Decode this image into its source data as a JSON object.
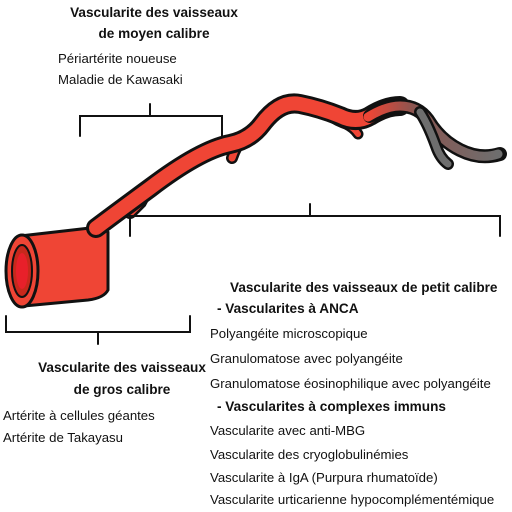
{
  "medium": {
    "heading_line1": "Vascularite des vaisseaux",
    "heading_line2": "de moyen calibre",
    "items": [
      "Périartérite noueuse",
      "Maladie de Kawasaki"
    ]
  },
  "large": {
    "heading_line1": "Vascularite des vaisseaux",
    "heading_line2": "de gros calibre",
    "items": [
      "Artérite à cellules géantes",
      "Artérite de Takayasu"
    ]
  },
  "small": {
    "heading": "Vascularite des vaisseaux de petit calibre",
    "anca_heading": "- Vascularites à ANCA",
    "anca_items": [
      "Polyangéite microscopique",
      "Granulomatose avec polyangéite",
      "Granulomatose éosinophilique avec polyangéite"
    ],
    "immune_heading": "- Vascularites à complexes immuns",
    "immune_items": [
      "Vascularite avec anti-MBG",
      "Vascularite des cryoglobulinémies",
      "Vascularite à IgA (Purpura rhumatoïde)",
      "Vascularite urticarienne hypocomplémentémique"
    ]
  },
  "colors": {
    "vessel_red": "#ef4535",
    "vessel_dark_red": "#c8281c",
    "lumen_red": "#e8202a",
    "capillary_gray": "#6e6e6e",
    "outline": "#111111"
  }
}
